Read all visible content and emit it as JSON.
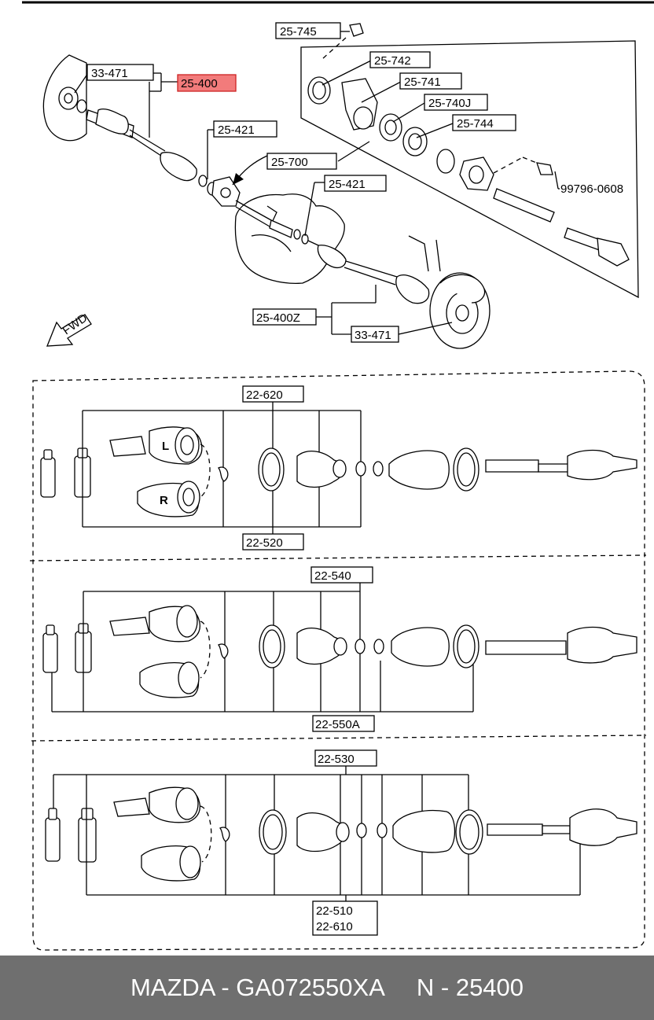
{
  "labels": {
    "p25_745": "25-745",
    "p25_742": "25-742",
    "p33_471_top": "33-471",
    "p25_400": "25-400",
    "p25_741": "25-741",
    "p25_740j": "25-740J",
    "p25_744": "25-744",
    "p25_421_a": "25-421",
    "p25_700": "25-700",
    "p25_421_b": "25-421",
    "p99796": "99796-0608",
    "p25_400z": "25-400Z",
    "p33_471_bottom": "33-471",
    "fwd": "FWD",
    "p22_620": "22-620",
    "p22_520": "22-520",
    "p22_540": "22-540",
    "p22_550a": "22-550A",
    "p22_530": "22-530",
    "p22_510": "22-510",
    "p22_610": "22-610",
    "mark_l": "L",
    "mark_r": "R"
  },
  "colors": {
    "highlight": "#f27b7b",
    "footer_bg": "#6f6f6f",
    "footer_text": "#ffffff"
  },
  "footer": {
    "brand_part": "MAZDA - GA072550XA",
    "ref": "N - 25400"
  }
}
